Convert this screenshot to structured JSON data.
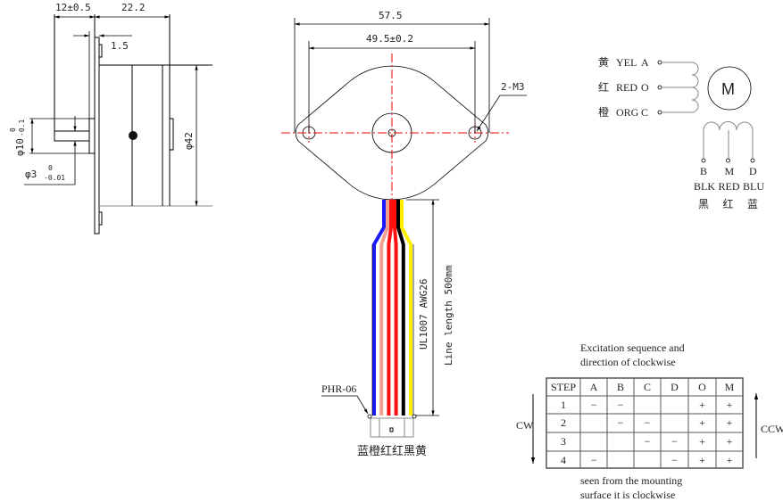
{
  "side_view": {
    "dim_shaft_length": "12±0.5",
    "dim_body_length": "22.2",
    "dim_plate": "1.5",
    "dim_pilot_dia": "φ10",
    "dim_pilot_tol_upper": "0",
    "dim_pilot_tol_lower": "-0.1",
    "dim_shaft_dia": "φ3",
    "dim_shaft_tol_upper": "0",
    "dim_shaft_tol_lower": "-0.01",
    "dim_body_dia": "φ42"
  },
  "front_view": {
    "dim_overall_width": "57.5",
    "dim_hole_spacing": "49.5±0.2",
    "hole_label": "2-M3",
    "cable_spec": "UL1007 AWG26",
    "line_length": "Line length 500mm",
    "connector": "PHR-06",
    "wire_colors_cn": "蓝橙红红黑黄",
    "wire_colors": [
      "#1a1aff",
      "#f4a090",
      "#ff1010",
      "#ff1010",
      "#000000",
      "#ffee00"
    ]
  },
  "schematic": {
    "leads_left": [
      {
        "cn": "黄",
        "color": "YEL",
        "pin": "A"
      },
      {
        "cn": "红",
        "color": "RED",
        "pin": "O"
      },
      {
        "cn": "橙",
        "color": "ORG",
        "pin": "C"
      }
    ],
    "leads_bottom": [
      {
        "pin": "B",
        "color": "BLK",
        "cn": "黑"
      },
      {
        "pin": "M",
        "color": "RED",
        "cn": "红"
      },
      {
        "pin": "D",
        "color": "BLU",
        "cn": "蓝"
      }
    ],
    "motor_label": "M"
  },
  "excitation": {
    "title_line1": "Excitation sequence and",
    "title_line2": "direction of clockwise",
    "headers": [
      "STEP",
      "A",
      "B",
      "C",
      "D",
      "O",
      "M"
    ],
    "rows": [
      [
        "1",
        "−",
        "−",
        "",
        "",
        "+",
        "+"
      ],
      [
        "2",
        "",
        "−",
        "−",
        "",
        "+",
        "+"
      ],
      [
        "3",
        "",
        "",
        "−",
        "−",
        "+",
        "+"
      ],
      [
        "4",
        "−",
        "",
        "",
        "−",
        "+",
        "+"
      ]
    ],
    "cw_label": "CW",
    "ccw_label": "CCW",
    "note_line1": "seen from the mounting",
    "note_line2": "surface it is clockwise"
  }
}
